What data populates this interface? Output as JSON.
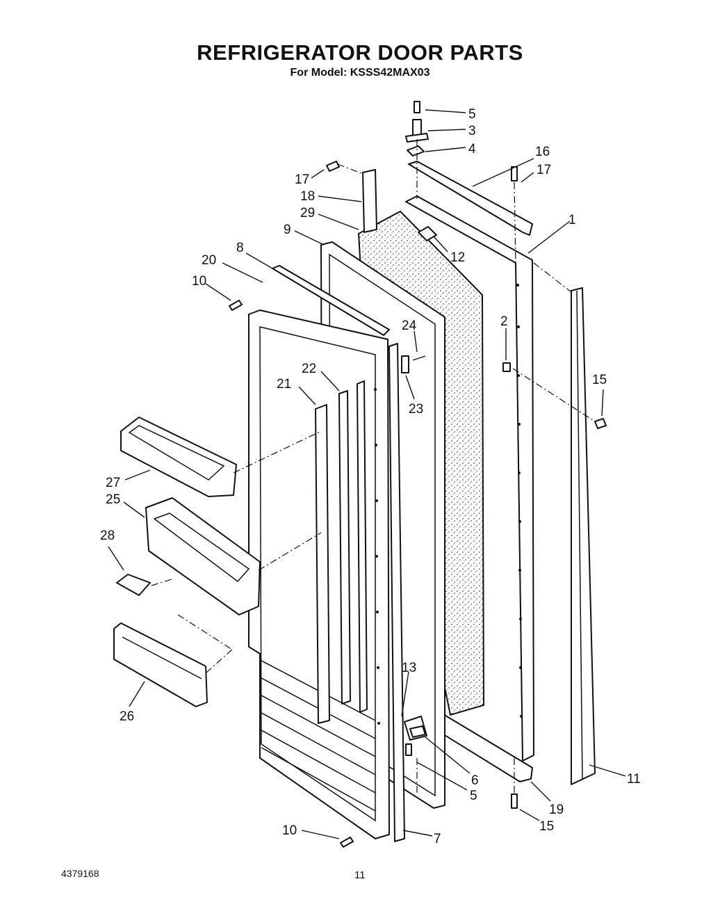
{
  "header": {
    "title": "REFRIGERATOR DOOR PARTS",
    "subtitle": "For Model: KSSS42MAX03"
  },
  "footer": {
    "doc_number": "4379168",
    "page_number": "11"
  },
  "callouts": [
    {
      "id": "5",
      "label": "5"
    },
    {
      "id": "3",
      "label": "3"
    },
    {
      "id": "4",
      "label": "4"
    },
    {
      "id": "16",
      "label": "16"
    },
    {
      "id": "17a",
      "label": "17"
    },
    {
      "id": "17b",
      "label": "17"
    },
    {
      "id": "18",
      "label": "18"
    },
    {
      "id": "29",
      "label": "29"
    },
    {
      "id": "1",
      "label": "1"
    },
    {
      "id": "9",
      "label": "9"
    },
    {
      "id": "12",
      "label": "12"
    },
    {
      "id": "8",
      "label": "8"
    },
    {
      "id": "20",
      "label": "20"
    },
    {
      "id": "10a",
      "label": "10"
    },
    {
      "id": "24",
      "label": "24"
    },
    {
      "id": "2",
      "label": "2"
    },
    {
      "id": "22",
      "label": "22"
    },
    {
      "id": "21",
      "label": "21"
    },
    {
      "id": "23",
      "label": "23"
    },
    {
      "id": "15a",
      "label": "15"
    },
    {
      "id": "27",
      "label": "27"
    },
    {
      "id": "25",
      "label": "25"
    },
    {
      "id": "28",
      "label": "28"
    },
    {
      "id": "26",
      "label": "26"
    },
    {
      "id": "13",
      "label": "13"
    },
    {
      "id": "6",
      "label": "6"
    },
    {
      "id": "5b",
      "label": "5"
    },
    {
      "id": "11",
      "label": "11"
    },
    {
      "id": "19",
      "label": "19"
    },
    {
      "id": "15b",
      "label": "15"
    },
    {
      "id": "10b",
      "label": "10"
    },
    {
      "id": "7",
      "label": "7"
    }
  ]
}
